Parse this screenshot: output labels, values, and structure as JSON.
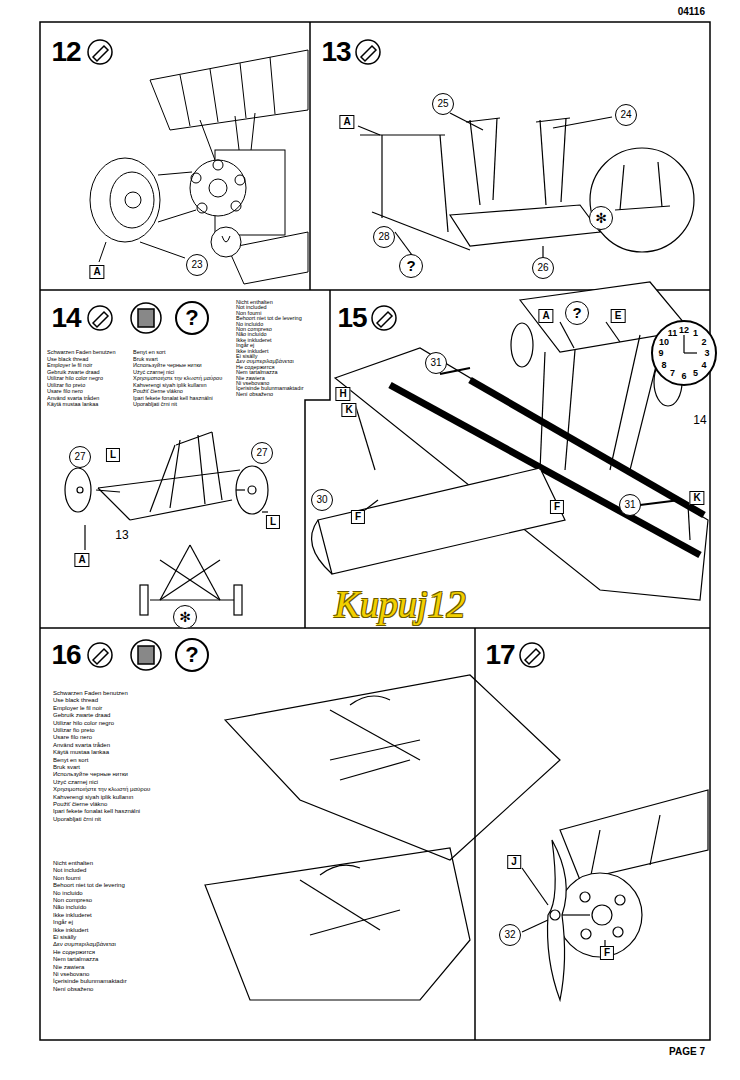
{
  "diagram": {
    "labels": [
      "04116",
      "12",
      "13",
      "23",
      "A",
      "A",
      "25",
      "24",
      "28",
      "26",
      "?",
      "✻",
      "14",
      "?",
      "Schwarzen Faden benutzen",
      "Use black thread",
      "Employer le fil noir",
      "Gebruik zwarte draad",
      "Utilizar hilo color negro",
      "Utilizar fio preto",
      "Usare filo nero",
      "Använd svarta tråden",
      "Käytä mustaa lankaa",
      "Benyt en sort",
      "Bruk svart",
      "Используйте черные нитки",
      "Użyć czarnej nici",
      "Χρησιμοποιήστε την κλωστή μαύρου",
      "Kahverengi siyah iplik kullanın",
      "Použiť čierne vlákno",
      "Ipari fekete fonalat kell használni",
      "Uporabljati črni nit",
      "Nicht enthalten",
      "Not included",
      "Non fourni",
      "Behoort niet tot de levering",
      "No incluido",
      "Non compreso",
      "Não incluído",
      "Ikke inkluderet",
      "Ingår ej",
      "Ikke inkludert",
      "Ei sisälly",
      "Δεν συμπεριλαμβάνεται",
      "Не содержится",
      "Nem tartalmazza",
      "Nie zawiera",
      "Ni vsebovano",
      "İçerisinde bulunmamaktadır",
      "Není obsaženo",
      "27",
      "L",
      "27",
      "L",
      "13",
      "A",
      "✻",
      "15",
      "A",
      "?",
      "E",
      "12",
      "1",
      "2",
      "3",
      "4",
      "5",
      "6",
      "7",
      "8",
      "9",
      "10",
      "11",
      "31",
      "14",
      "H",
      "K",
      "30",
      "F",
      "F",
      "31",
      "K",
      "Kupuj12",
      "16",
      "?",
      "Schwarzen Faden benutzen",
      "Use black thread",
      "Employer le fil noir",
      "Gebruik zwarte draad",
      "Utilizar hilo color negro",
      "Utilizar fio preto",
      "Usare filo nero",
      "Använd svarta tråden",
      "Käytä mustaa lankaa",
      "Benyt en sort",
      "Bruk svart",
      "Используйте черные нитки",
      "Użyć czarnej nici",
      "Χρησιμοποιήστε την κλωστή μαύρου",
      "Kahverengi siyah iplik kullanın",
      "Použiť čierne vlákno",
      "Ipari fekete fonalat kell használni",
      "Uporabljati črni nit",
      "Nicht enthalten",
      "Not included",
      "Non fourni",
      "Behoort niet tot de levering",
      "No incluido",
      "Non compreso",
      "Não incluído",
      "Ikke inkluderet",
      "Ingår ej",
      "Ikke inkludert",
      "Ei sisälly",
      "Δεν συμπεριλαμβάνεται",
      "Не содержится",
      "Nem tartalmazza",
      "Nie zawiera",
      "Ni vsebovano",
      "İçerisinde bulunmamaktadır",
      "Není obsaženo",
      "17",
      "J",
      "32",
      "F",
      "PAGE 7"
    ]
  }
}
